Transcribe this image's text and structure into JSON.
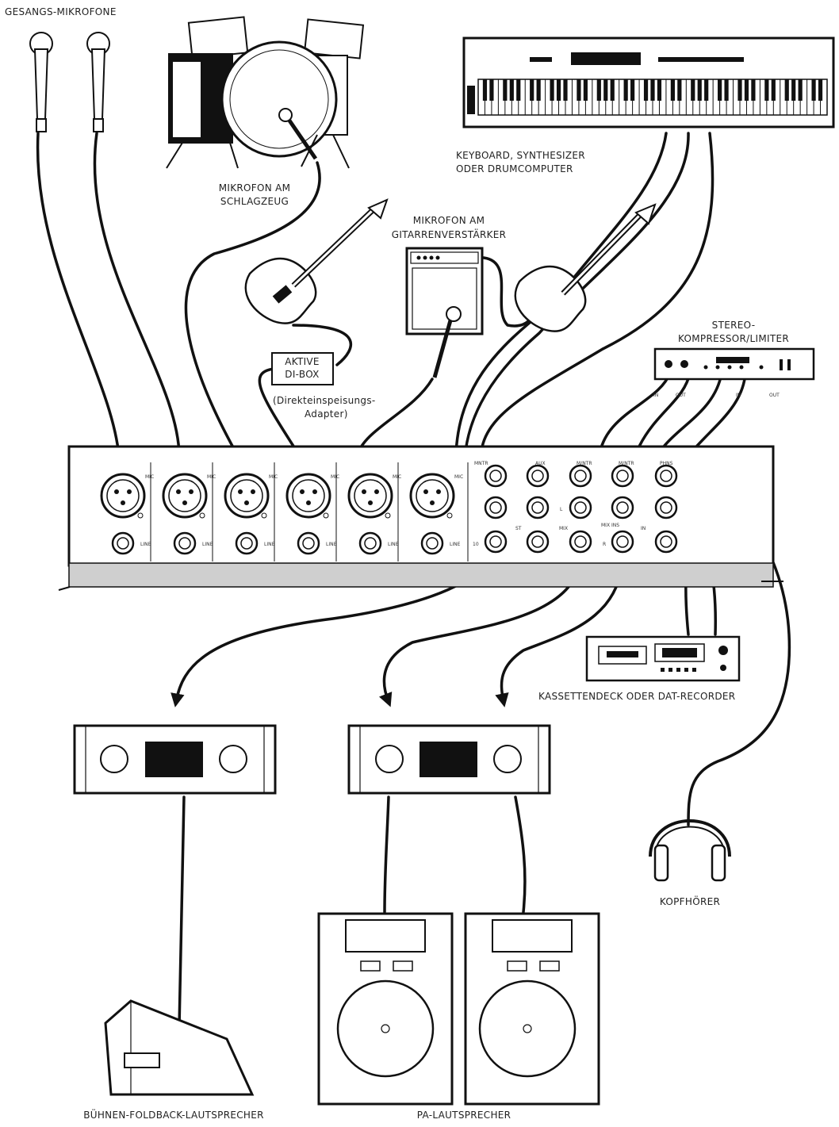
{
  "labels": {
    "vocal_mics": "GESANGS-MIKROFONE",
    "drum_mic_1": "MIKROFON AM",
    "drum_mic_2": "SCHLAGZEUG",
    "keyboard_1": "KEYBOARD, SYNTHESIZER",
    "keyboard_2": "ODER DRUMCOMPUTER",
    "amp_mic_1": "MIKROFON AM",
    "amp_mic_2": "GITARRENVERSTÄRKER",
    "compressor_1": "STEREO-",
    "compressor_2": "KOMPRESSOR/LIMITER",
    "di_box_1": "AKTIVE",
    "di_box_2": "DI-BOX",
    "di_note_1": "(Direkteinspeisungs-",
    "di_note_2": "Adapter)",
    "tape_deck": "KASSETTENDECK ODER DAT-RECORDER",
    "headphones": "KOPFHÖRER",
    "monitor": "BÜHNEN-FOLDBACK-LAUTSPRECHER",
    "pa": "PA-LAUTSPRECHER"
  },
  "mixer": {
    "mic_label": "MIC",
    "line_label": "LINE",
    "channel_count": 6,
    "section_labels": [
      "MNTR",
      "AUX",
      "M/NTR",
      "M/NTR",
      "PHNS",
      "ST",
      "MIX",
      "MIX INS",
      "L",
      "R",
      "10",
      "IN"
    ]
  },
  "compressor": {
    "jack_labels": [
      "IN",
      "OUT",
      "IN",
      "OUT"
    ]
  }
}
